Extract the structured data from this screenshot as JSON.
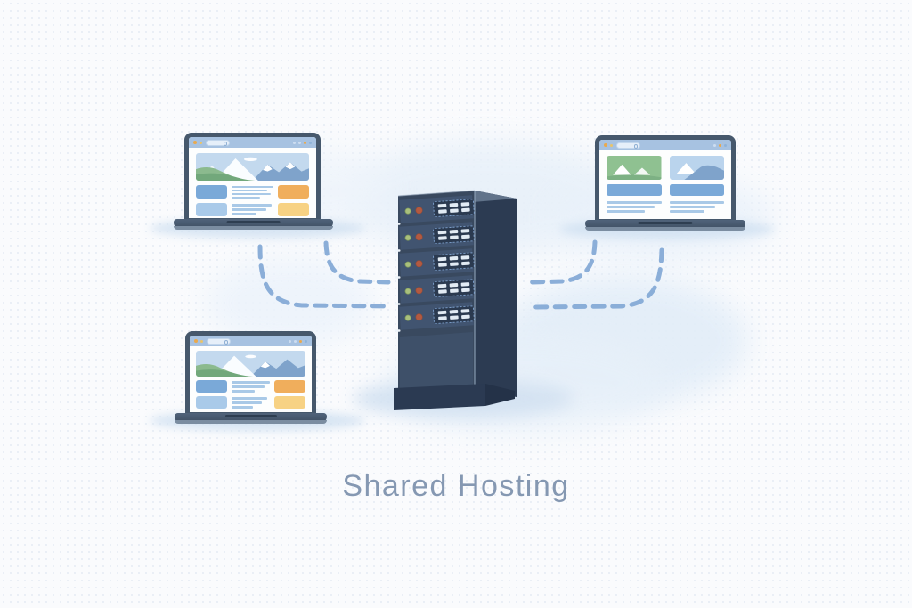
{
  "title": {
    "text": "Shared Hosting"
  },
  "theme": {
    "background": "#fafbfd",
    "texture_dot": "#e9eef5",
    "title_color": "#8598b2",
    "connection_color": "#86abd7",
    "laptop_frame": "#46586c",
    "browser_bar": "#a7c2e1",
    "accent_orange": "#e9a94e",
    "card_blue": "#7aa9d8",
    "card_light_blue": "#a9cae9",
    "card_orange": "#f0ae5c",
    "card_yellow": "#f7d284",
    "text_line": "#a9c9e7",
    "server_front": "#39495f",
    "server_side": "#2c3b52",
    "server_top": "#61738a",
    "server_unit": "#415470",
    "server_panel": "#2b3a50",
    "panel_dash": "#7ea1cd",
    "slot_fill": "#e2ebf4",
    "led_green": "#a9c07d",
    "led_red": "#b25a41",
    "cloud": "#e6eff9",
    "shadow": "#cfe0f1"
  },
  "server": {
    "name": "server-rack",
    "unit_count": 5,
    "units": [
      {
        "leds": [
          "green",
          "red"
        ],
        "vents": 6
      },
      {
        "leds": [
          "green",
          "red"
        ],
        "vents": 6
      },
      {
        "leds": [
          "green",
          "red"
        ],
        "vents": 6
      },
      {
        "leds": [
          "green",
          "red"
        ],
        "vents": 6
      },
      {
        "leds": [
          "green",
          "red"
        ],
        "vents": 6
      }
    ]
  },
  "laptops": [
    {
      "name": "laptop-top-left",
      "layout": "hero-two-rows",
      "shows": "website with mountain hero image and card grid"
    },
    {
      "name": "laptop-top-right",
      "layout": "two-column",
      "shows": "website with two image cards and text blocks"
    },
    {
      "name": "laptop-bottom-left",
      "layout": "hero-two-rows",
      "shows": "website with mountain hero image and card grid"
    }
  ],
  "connections": [
    {
      "id": "left-outer",
      "from": "laptop-top-left",
      "to": "server-rack",
      "style": "dashed"
    },
    {
      "id": "left-inner",
      "from": "laptop-top-left",
      "to": "server-rack",
      "style": "dashed"
    },
    {
      "id": "right-inner",
      "from": "laptop-top-right",
      "to": "server-rack",
      "style": "dashed"
    },
    {
      "id": "right-outer",
      "from": "laptop-top-right",
      "to": "server-rack",
      "style": "dashed"
    }
  ]
}
